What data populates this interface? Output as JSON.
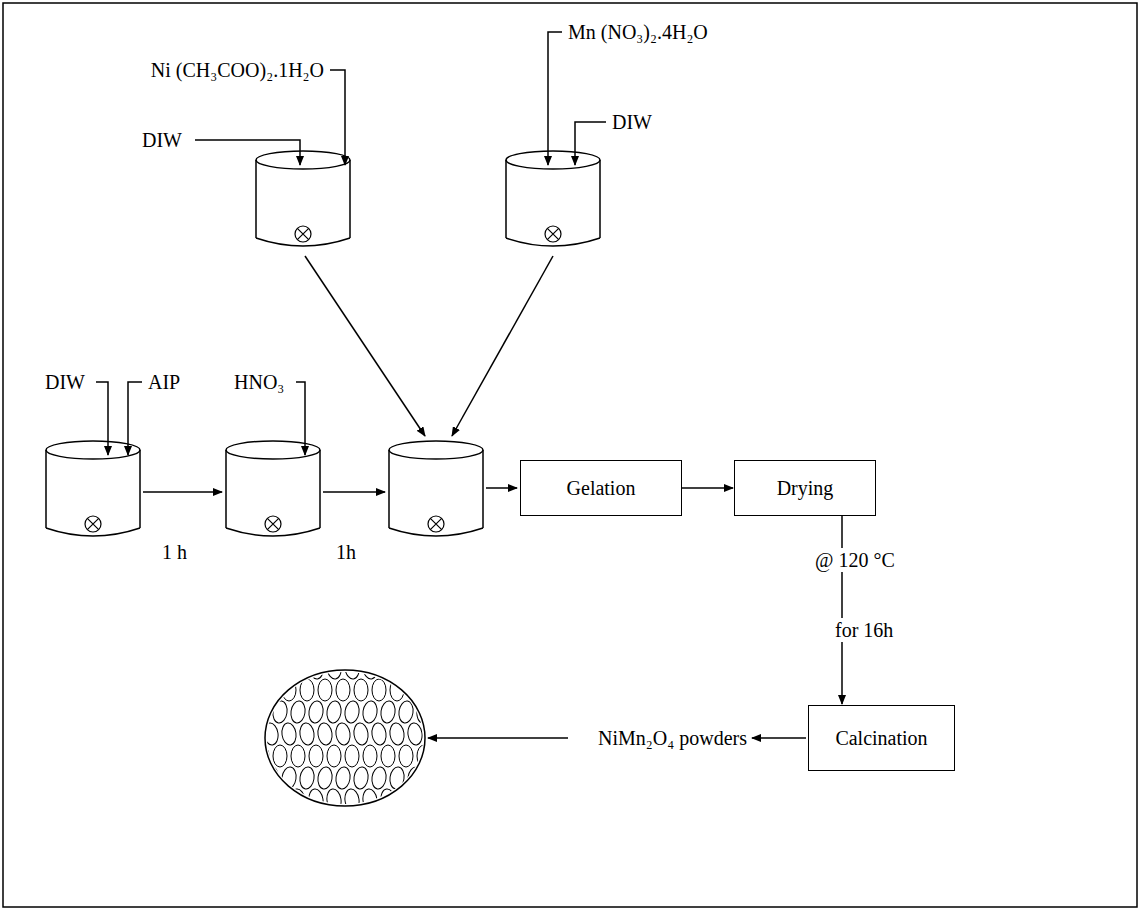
{
  "diagram": {
    "nodes": [
      {
        "text": [
          "Gelation"
        ]
      },
      {
        "text": [
          "Drying"
        ]
      },
      {
        "text": [
          "Calcination"
        ]
      }
    ],
    "edges": [
      {
        "from": 0,
        "to": 1,
        "arrow": "to"
      },
      {
        "from": 1,
        "to": 2,
        "arrow": "to"
      }
    ],
    "labels": [
      "Mn (NO₃)₂.4H₂O",
      "Ni (CH₃COO)₂.1H₂O",
      "DIW",
      "DIW",
      "DIW",
      "AIP",
      "HNO₃",
      "1 h",
      "1h",
      "@ 120 °C",
      "for 16h",
      "NiMn₂O₄ powders"
    ]
  }
}
